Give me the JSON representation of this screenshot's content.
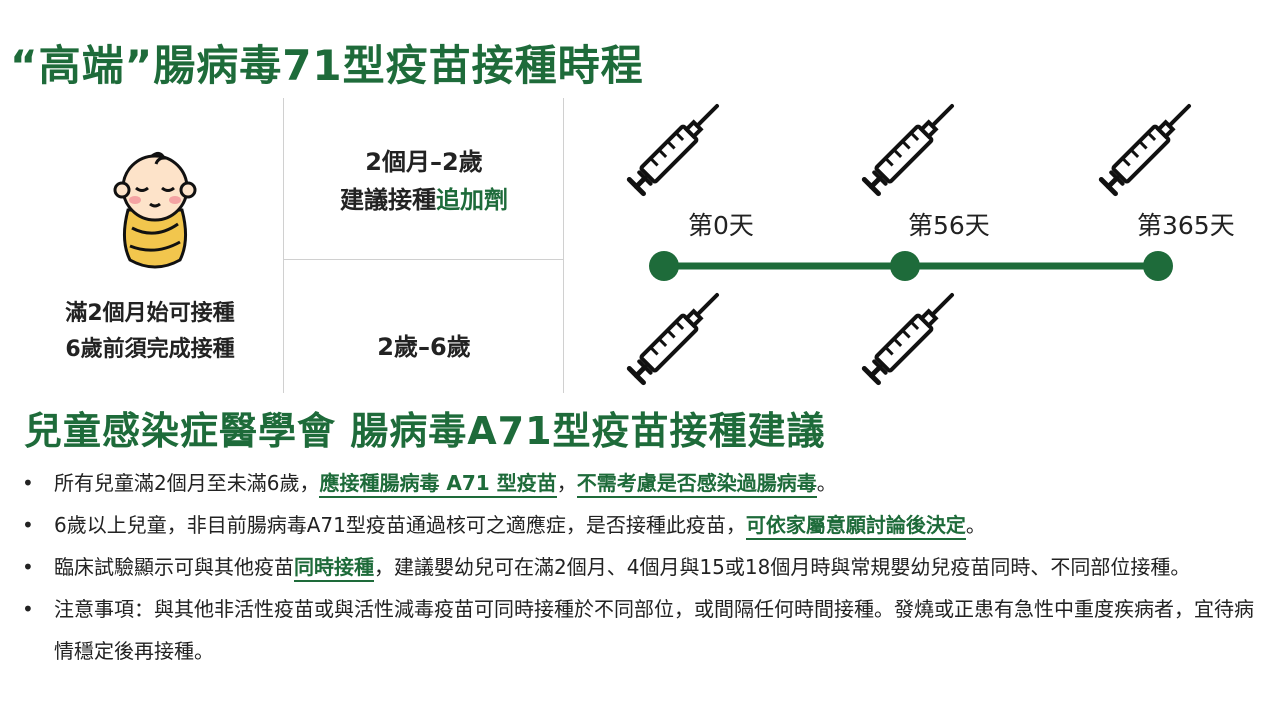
{
  "title": "“高端”腸病毒71型疫苗接種時程",
  "left": {
    "line1": "滿2個月始可接種",
    "line2": "6歲前須完成接種"
  },
  "middle": {
    "row1_line1": "2個月–2歲",
    "row1_line2_plain": "建議接種",
    "row1_line2_accent": "追加劑",
    "row2": "2歲–6歲"
  },
  "timeline": {
    "labels": [
      "第0天",
      "第56天",
      "第365天"
    ],
    "colors": {
      "line": "#1e6b3a",
      "dot": "#1e6b3a"
    }
  },
  "title2": "兒童感染症醫學會 腸病毒A71型疫苗接種建議",
  "bullets": [
    {
      "parts": [
        {
          "text": "所有兒童滿2個月至未滿6歲，"
        },
        {
          "text": "應接種腸病毒 A71 型疫苗",
          "hl": true
        },
        {
          "text": "，"
        },
        {
          "text": "不需考慮是否感染過腸病毒",
          "hl": true
        },
        {
          "text": "。"
        }
      ]
    },
    {
      "parts": [
        {
          "text": "6歲以上兒童，非目前腸病毒A71型疫苗通過核可之適應症，是否接種此疫苗，"
        },
        {
          "text": "可依家屬意願討論後決定",
          "hl": true
        },
        {
          "text": "。"
        }
      ]
    },
    {
      "parts": [
        {
          "text": "臨床試驗顯示可與其他疫苗"
        },
        {
          "text": "同時接種",
          "hl": true
        },
        {
          "text": "，建議嬰幼兒可在滿2個月、4個月與15或18個月時與常規嬰幼兒疫苗同時、不同部位接種。"
        }
      ]
    },
    {
      "parts": [
        {
          "text": "注意事項：與其他非活性疫苗或與活性減毒疫苗可同時接種於不同部位，或間隔任何時間接種。發燒或正患有急性中重度疾病者，宜待病情穩定後再接種。"
        }
      ]
    }
  ],
  "icons": {
    "baby": "baby-icon",
    "syringe": "syringe-icon"
  },
  "colors": {
    "accent": "#1e6b3a",
    "baby_face": "#fde3c9",
    "baby_wrap": "#f2c64d"
  }
}
